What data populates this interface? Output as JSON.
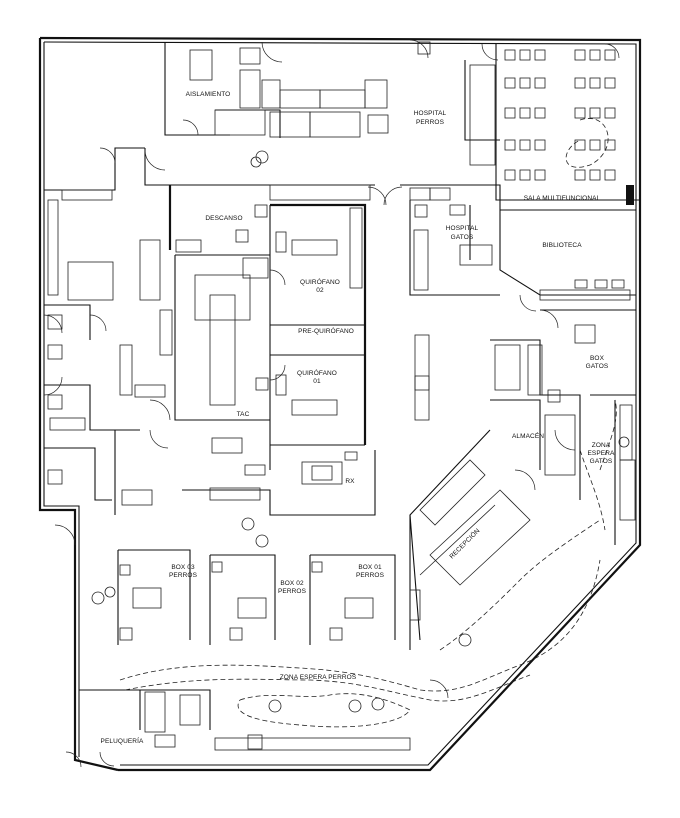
{
  "rooms": {
    "aislamiento": "AISLAMIENTO",
    "hospital_perros_1": "HOSPITAL",
    "hospital_perros_2": "PERROS",
    "sala_multifuncional": "SALA MULTIFUNCIONAL",
    "descanso": "DESCANSO",
    "hospital_gatos_1": "HOSPITAL",
    "hospital_gatos_2": "GATOS",
    "biblioteca": "BIBLIOTECA",
    "quirofano_02_1": "QUIRÓFANO",
    "quirofano_02_2": "02",
    "pre_quirofano": "PRE-QUIRÓFANO",
    "quirofano_01_1": "QUIRÓFANO",
    "quirofano_01_2": "01",
    "box_gatos_1": "BOX",
    "box_gatos_2": "GATOS",
    "tac": "TAC",
    "almacen": "ALMACÉN",
    "zona_espera_gatos_1": "ZONA",
    "zona_espera_gatos_2": "ESPERA",
    "zona_espera_gatos_3": "GATOS",
    "rx": "RX",
    "recepcion": "RECEPCIÓN",
    "box_03_perros_1": "BOX 03",
    "box_03_perros_2": "PERROS",
    "box_02_perros_1": "BOX 02",
    "box_02_perros_2": "PERROS",
    "box_01_perros_1": "BOX 01",
    "box_01_perros_2": "PERROS",
    "zona_espera_perros": "ZONA ESPERA PERROS",
    "peluqueria": "PELUQUERÍA"
  }
}
